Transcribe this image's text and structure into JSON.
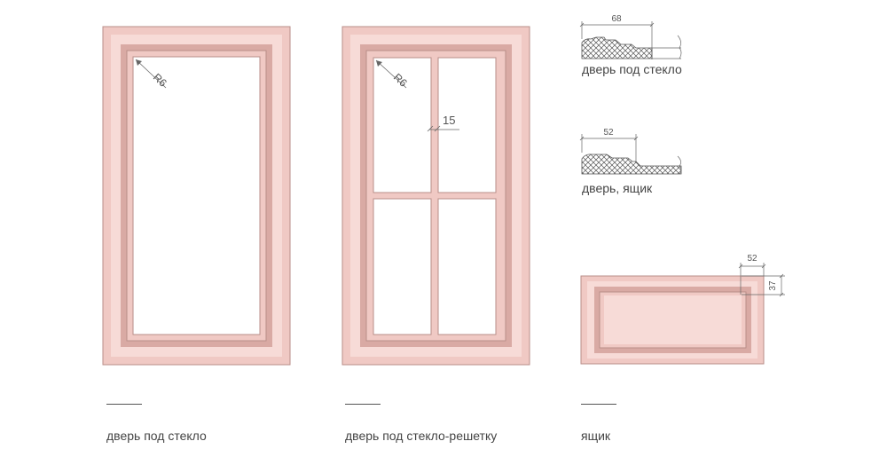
{
  "colors": {
    "panel_base": "#f0c9c4",
    "panel_light": "#f7dbd7",
    "panel_dark": "#d9aaa4",
    "panel_edge": "#b98e89",
    "glass": "#ffffff",
    "dimension_line": "#666666"
  },
  "products": [
    {
      "id": "glass-door",
      "caption": "дверь под стекло",
      "radius_label": "R6"
    },
    {
      "id": "lattice-door",
      "caption": "дверь под стекло-решетку",
      "radius_label": "R6",
      "mullion_label": "15"
    },
    {
      "id": "drawer",
      "caption": "ящик",
      "width_label": "52",
      "height_label": "37"
    }
  ],
  "profiles": [
    {
      "id": "glass-door-profile",
      "label": "дверь под стекло",
      "width_label": "68"
    },
    {
      "id": "door-drawer-profile",
      "label": "дверь, ящик",
      "width_label": "52"
    }
  ]
}
